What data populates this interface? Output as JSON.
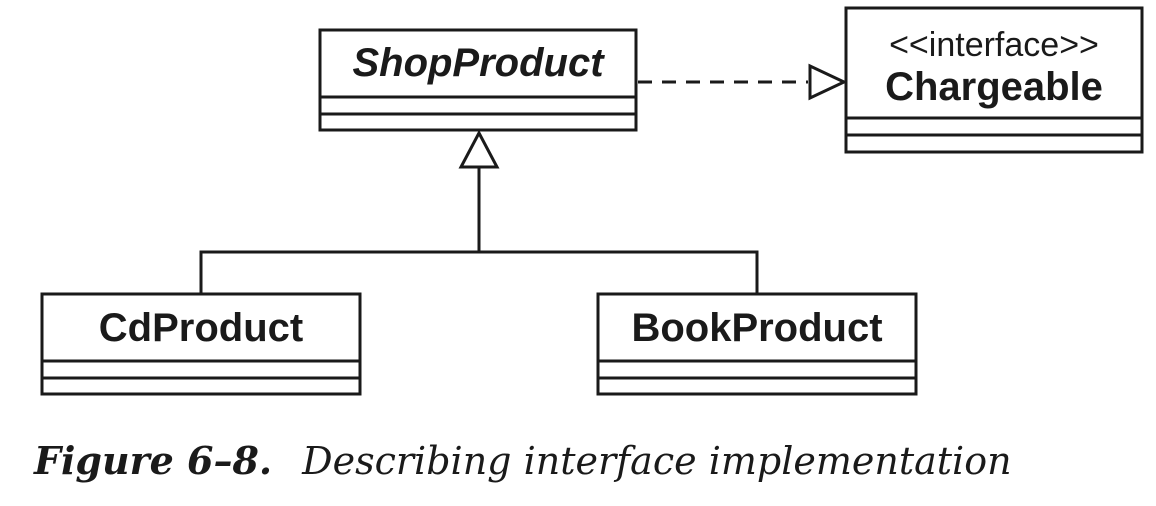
{
  "diagram": {
    "classes": {
      "shop_product": {
        "name": "ShopProduct"
      },
      "chargeable": {
        "stereotype": "<<interface>>",
        "name": "Chargeable"
      },
      "cd_product": {
        "name": "CdProduct"
      },
      "book_product": {
        "name": "BookProduct"
      }
    }
  },
  "caption": {
    "number": "Figure 6–8.",
    "text": "Describing interface implementation"
  }
}
